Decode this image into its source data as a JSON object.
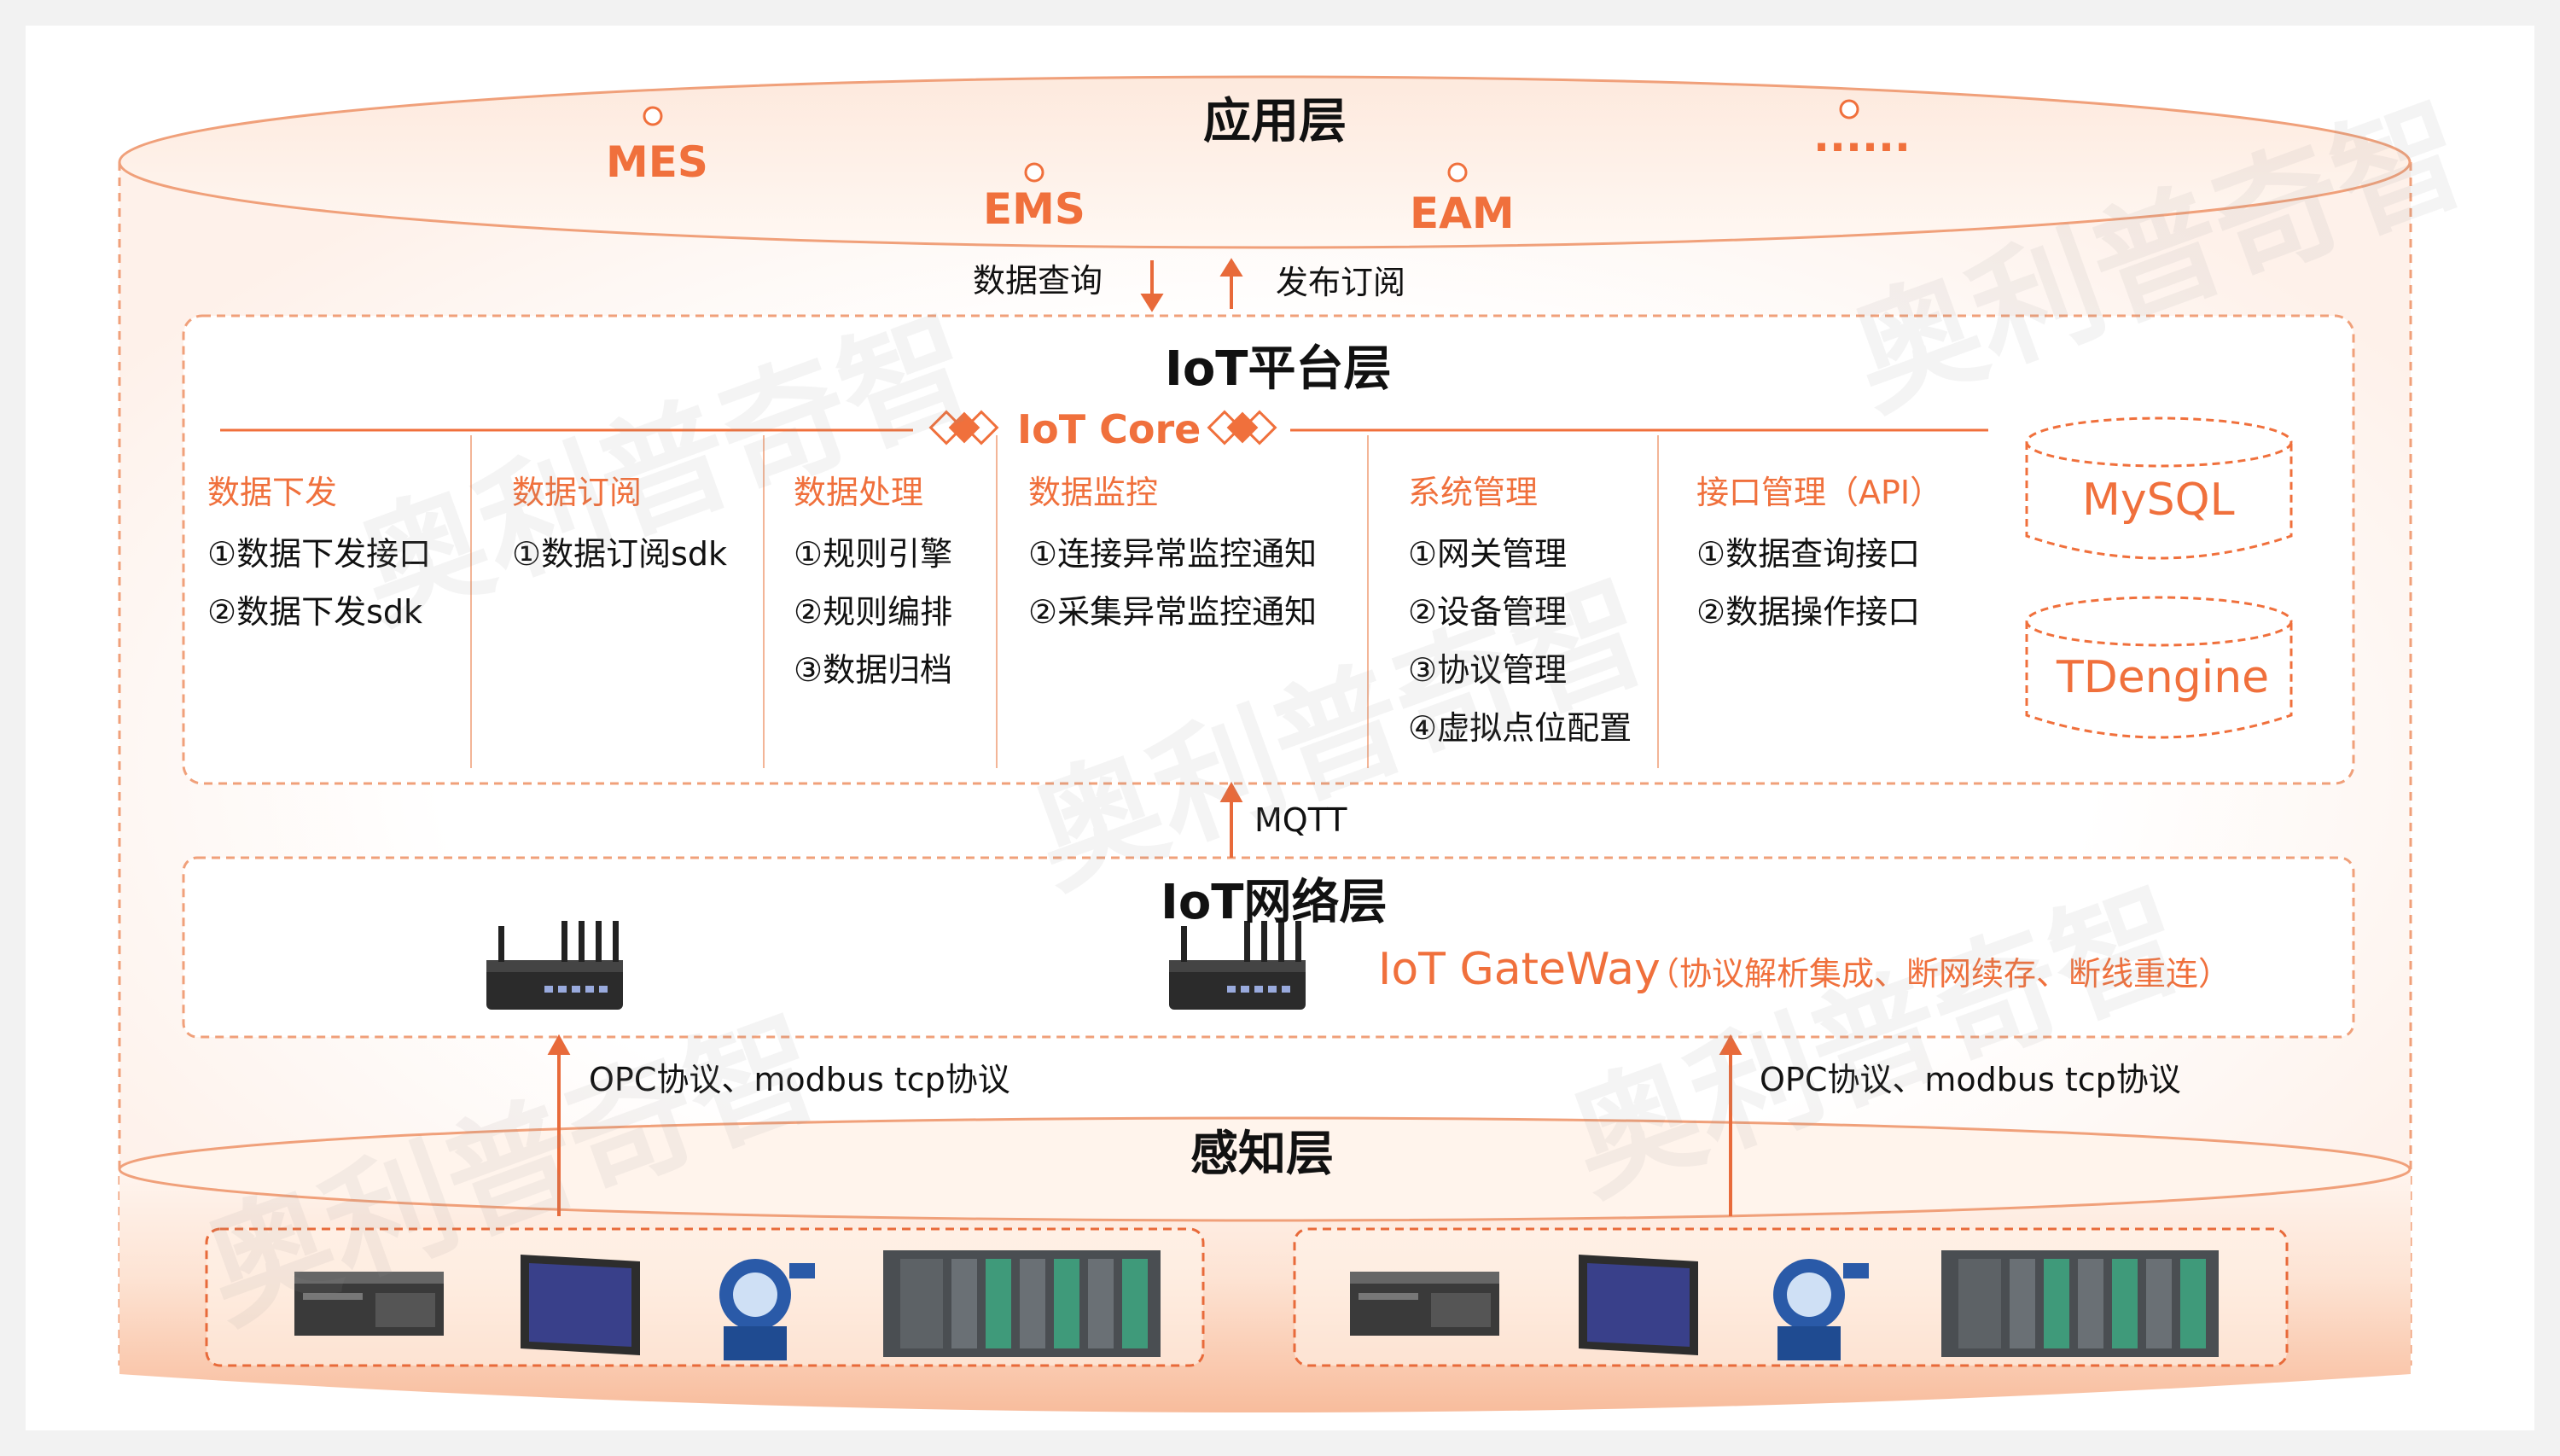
{
  "application_layer": {
    "title": "应用层",
    "apps": [
      "MES",
      "EMS",
      "EAM",
      "......"
    ]
  },
  "app_flow": {
    "query_label": "数据查询",
    "publish_label": "发布订阅"
  },
  "platform_layer": {
    "title": "IoT平台层",
    "core_label": "IoT Core",
    "columns": [
      {
        "category": "数据下发",
        "items": [
          "①数据下发接口",
          "②数据下发sdk"
        ]
      },
      {
        "category": "数据订阅",
        "items": [
          "①数据订阅sdk"
        ]
      },
      {
        "category": "数据处理",
        "items": [
          "①规则引擎",
          "②规则编排",
          "③数据归档"
        ]
      },
      {
        "category": "数据监控",
        "items": [
          "①连接异常监控通知",
          "②采集异常监控通知"
        ]
      },
      {
        "category": "系统管理",
        "items": [
          "①网关管理",
          "②设备管理",
          "③协议管理",
          "④虚拟点位配置"
        ]
      },
      {
        "category": "接口管理（API）",
        "items": [
          "①数据查询接口",
          "②数据操作接口"
        ]
      }
    ],
    "databases": [
      "MySQL",
      "TDengine"
    ]
  },
  "mqtt_label": "MQTT",
  "network_layer": {
    "title": "IoT网络层",
    "gateway_label": "IoT GateWay",
    "gateway_note": "（协议解析集成、断网续存、断线重连）"
  },
  "protocol_label_left": "OPC协议、modbus tcp协议",
  "protocol_label_right": "OPC协议、modbus tcp协议",
  "perception_layer": {
    "title": "感知层"
  },
  "watermark": "奥利普奇智",
  "colors": {
    "accent": "#f0703c",
    "text": "#111111",
    "dash": "#f0a07a"
  }
}
